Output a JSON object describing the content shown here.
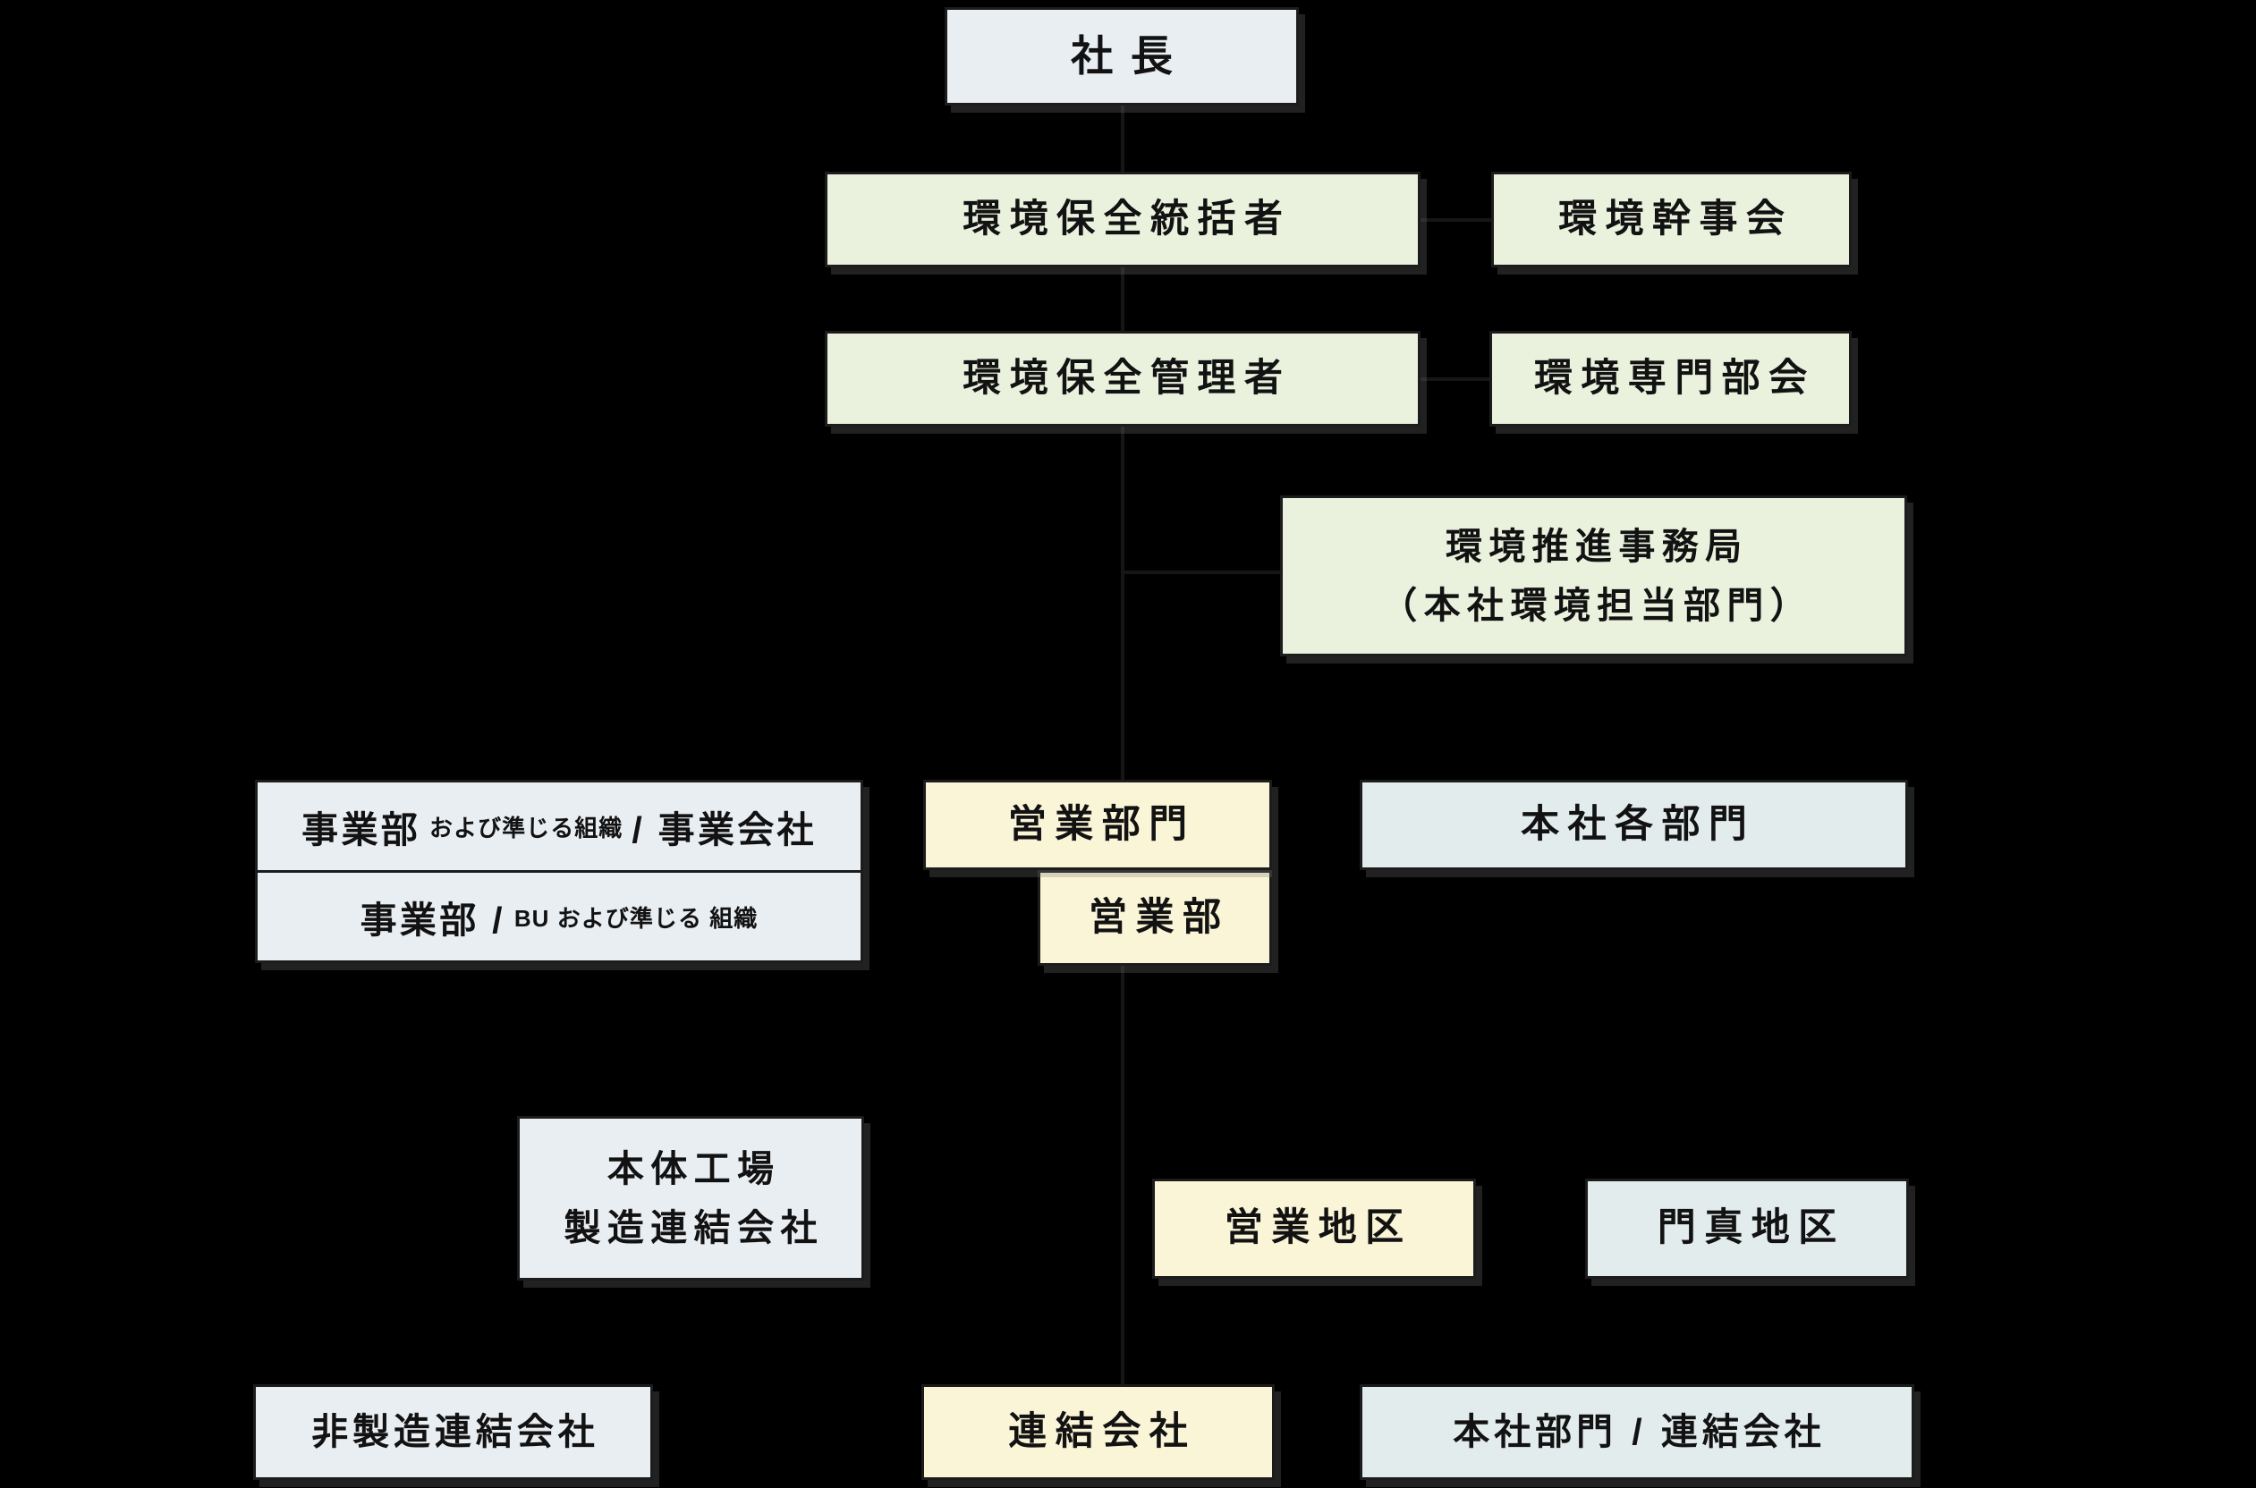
{
  "page": {
    "background": "#000000",
    "description_colors": {
      "box_gray_blue": "#e9eef3",
      "box_green": "#eaf2de",
      "box_yellow": "#fbf5d7",
      "box_teal": "#e3eced",
      "border": "#1c1c1c",
      "text": "#121212"
    }
  },
  "nodes": {
    "president": {
      "label": "社長"
    },
    "env_supervisor": {
      "label": "環境保全統括者"
    },
    "env_steering": {
      "label": "環境幹事会"
    },
    "env_manager": {
      "label": "環境保全管理者"
    },
    "env_expert": {
      "label": "環境専門部会"
    },
    "env_office": {
      "line1": "環境推進事務局",
      "line2": "（本社環境担当部門）"
    },
    "division_row1": {
      "big1": "事業部",
      "small": "および準じる組織",
      "big2": "/ 事業会社"
    },
    "division_row2": {
      "big1": "事業部 /",
      "small": "BU および準じる 組織"
    },
    "sales_division": {
      "label": "営業部門"
    },
    "sales_dept": {
      "label": "営業部"
    },
    "hq_departments": {
      "label": "本社各部門"
    },
    "main_factories": {
      "line1": "本体工場",
      "line2": "製造連結会社"
    },
    "sales_district": {
      "label": "営業地区"
    },
    "kadoma_district": {
      "label": "門真地区"
    },
    "non_mfg_consolidated": {
      "label": "非製造連結会社"
    },
    "consolidated": {
      "label": "連結会社"
    },
    "hq_consolidated": {
      "label": "本社部門 / 連結会社"
    }
  }
}
